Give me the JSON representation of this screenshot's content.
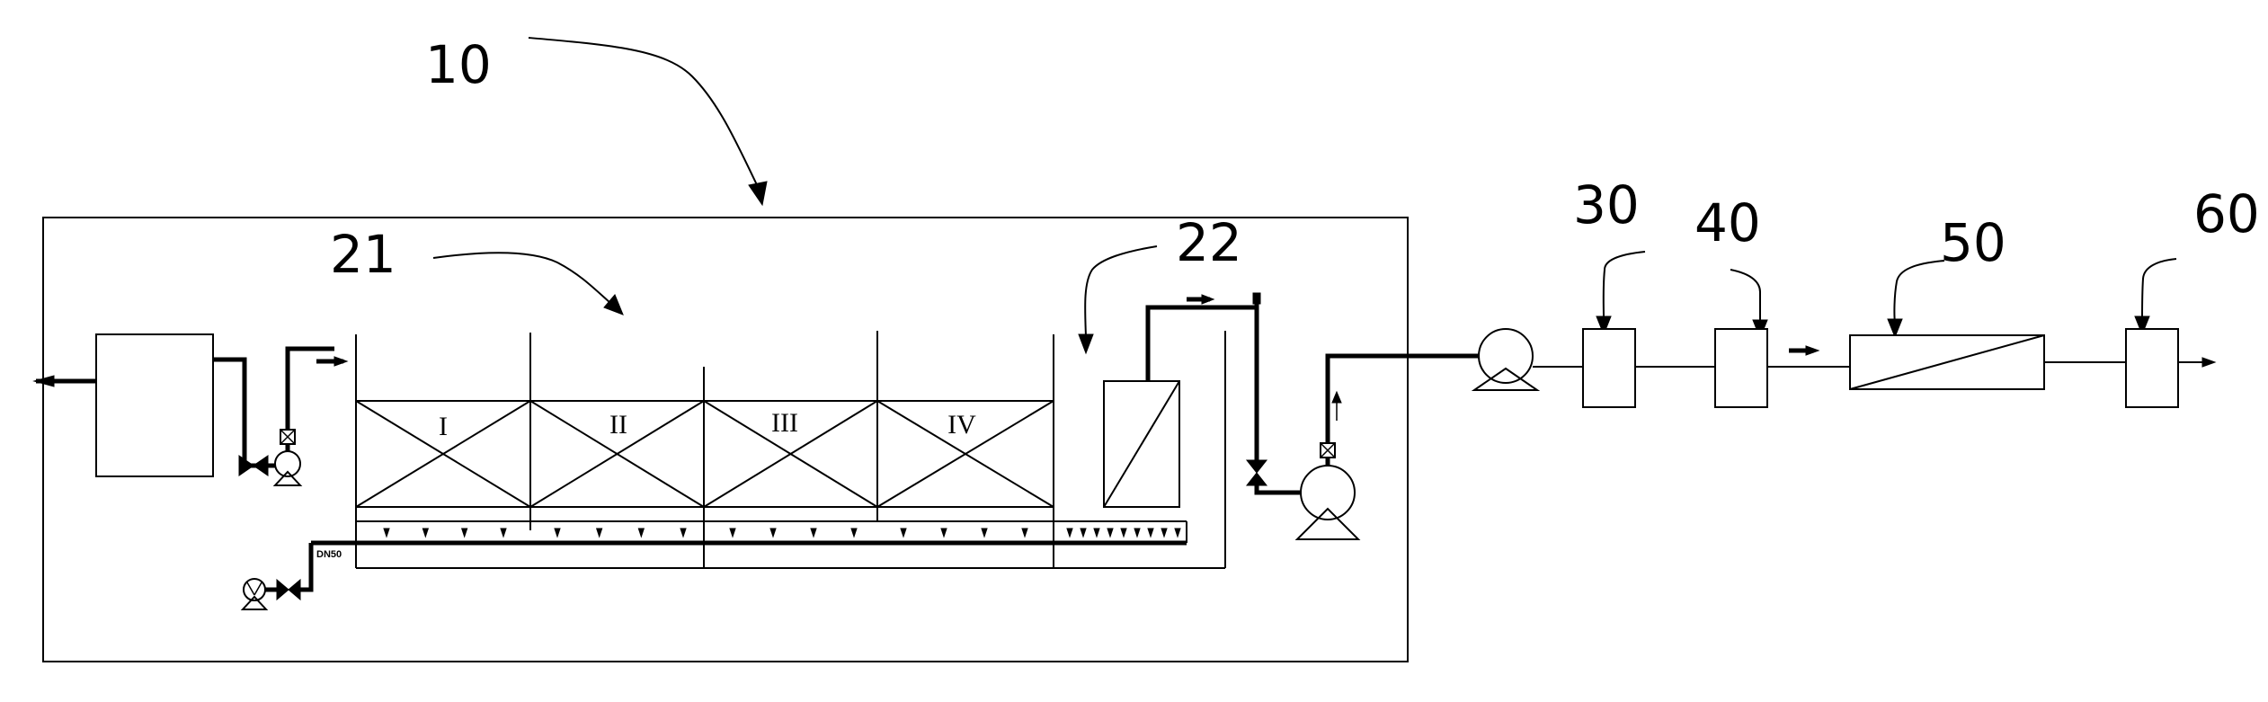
{
  "reference_numerals": {
    "system": "10",
    "reactor": "21",
    "membrane_tank": "22",
    "unit_30": "30",
    "unit_40": "40",
    "unit_50": "50",
    "unit_60": "60"
  },
  "compartments": [
    "I",
    "II",
    "III",
    "IV"
  ],
  "pipe_label": "DN50"
}
